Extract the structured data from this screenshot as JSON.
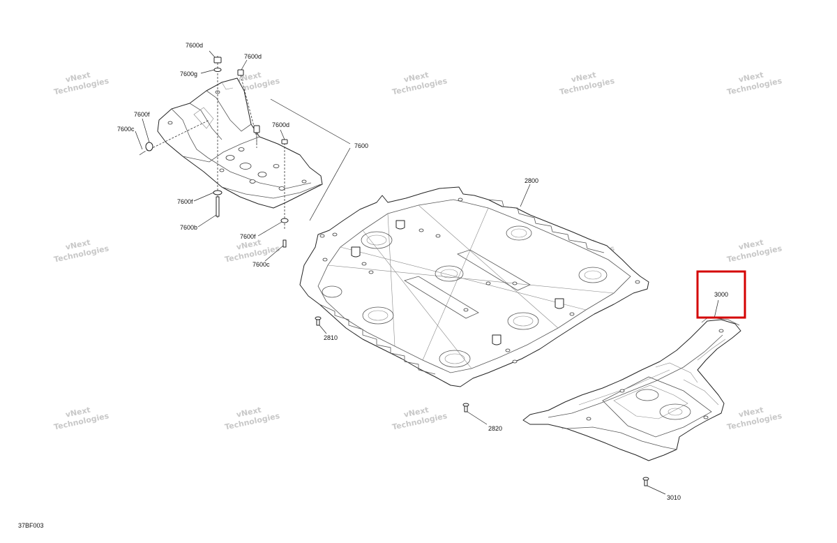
{
  "diagram_code": "37BF003",
  "watermark": {
    "line1": "vNext",
    "line2": "Technologies",
    "line_small": "vNext Technologies"
  },
  "callouts": {
    "c7600d_top": "7600d",
    "c7600d_right": "7600d",
    "c7600g": "7600g",
    "c7600f_left": "7600f",
    "c7600c_left": "7600c",
    "c7600d_mid": "7600d",
    "c7600": "7600",
    "c7600f_bottom": "7600f",
    "c7600b": "7600b",
    "c7600f_lower": "7600f",
    "c7600c_lower": "7600c",
    "c2800": "2800",
    "c2810": "2810",
    "c2820": "2820",
    "c3000": "3000",
    "c3010": "3010"
  },
  "highlight": {
    "color": "#d40000",
    "target": "3000"
  }
}
